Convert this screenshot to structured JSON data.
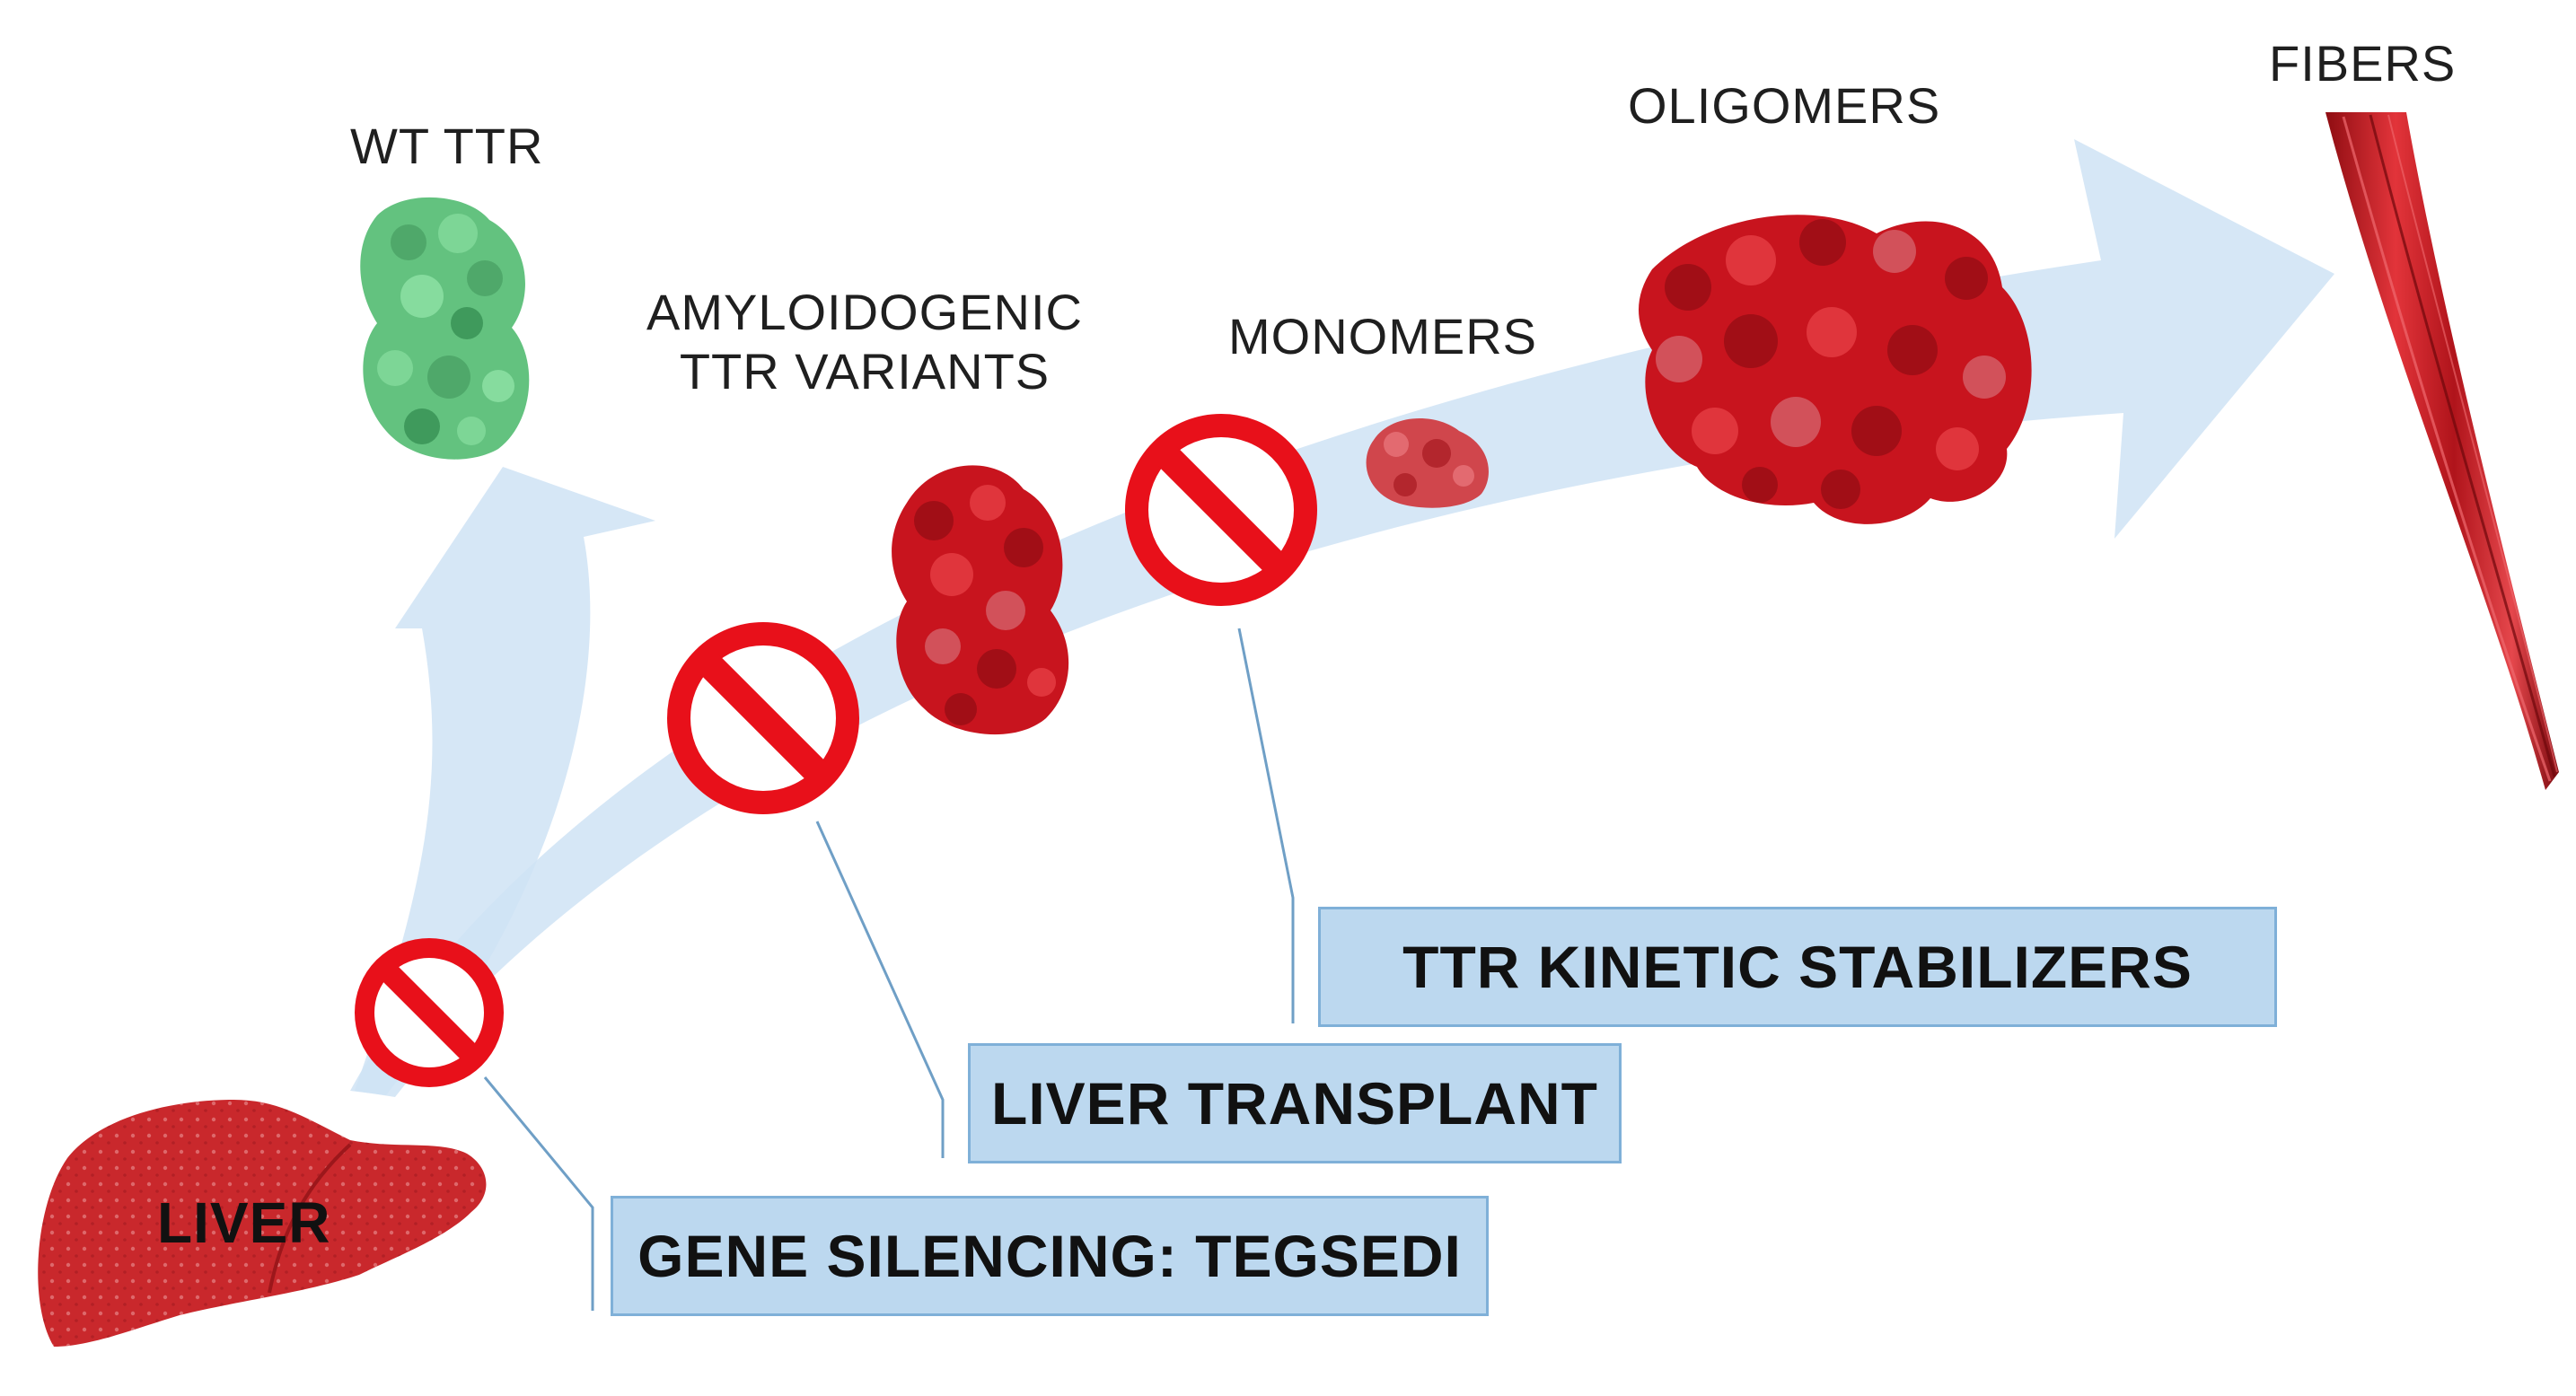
{
  "labels": {
    "wt_ttr": "WT TTR",
    "amyloidogenic_line1": "AMYLOIDOGENIC",
    "amyloidogenic_line2": "TTR VARIANTS",
    "monomers": "MONOMERS",
    "oligomers": "OLIGOMERS",
    "fibers": "FIBERS",
    "liver": "LIVER"
  },
  "treatments": {
    "gene_silencing": "GENE SILENCING: TEGSEDI",
    "liver_transplant": "LIVER TRANSPLANT",
    "kinetic_stabilizers": "TTR KINETIC STABILIZERS"
  },
  "colors": {
    "arrow": "#cfe3f5",
    "box_fill": "#bcd8ef",
    "box_border": "#7fb0d8",
    "no_sign": "#e8101a",
    "wt_protein": "#63c27f",
    "amyloid_protein": "#c8141e",
    "liver": "#c9282c"
  },
  "icons": [
    "liver-icon",
    "wt-ttr-protein-icon",
    "amyloidogenic-variant-protein-icon",
    "monomer-protein-icon",
    "oligomer-protein-icon",
    "fiber-icon",
    "prohibition-icon"
  ]
}
